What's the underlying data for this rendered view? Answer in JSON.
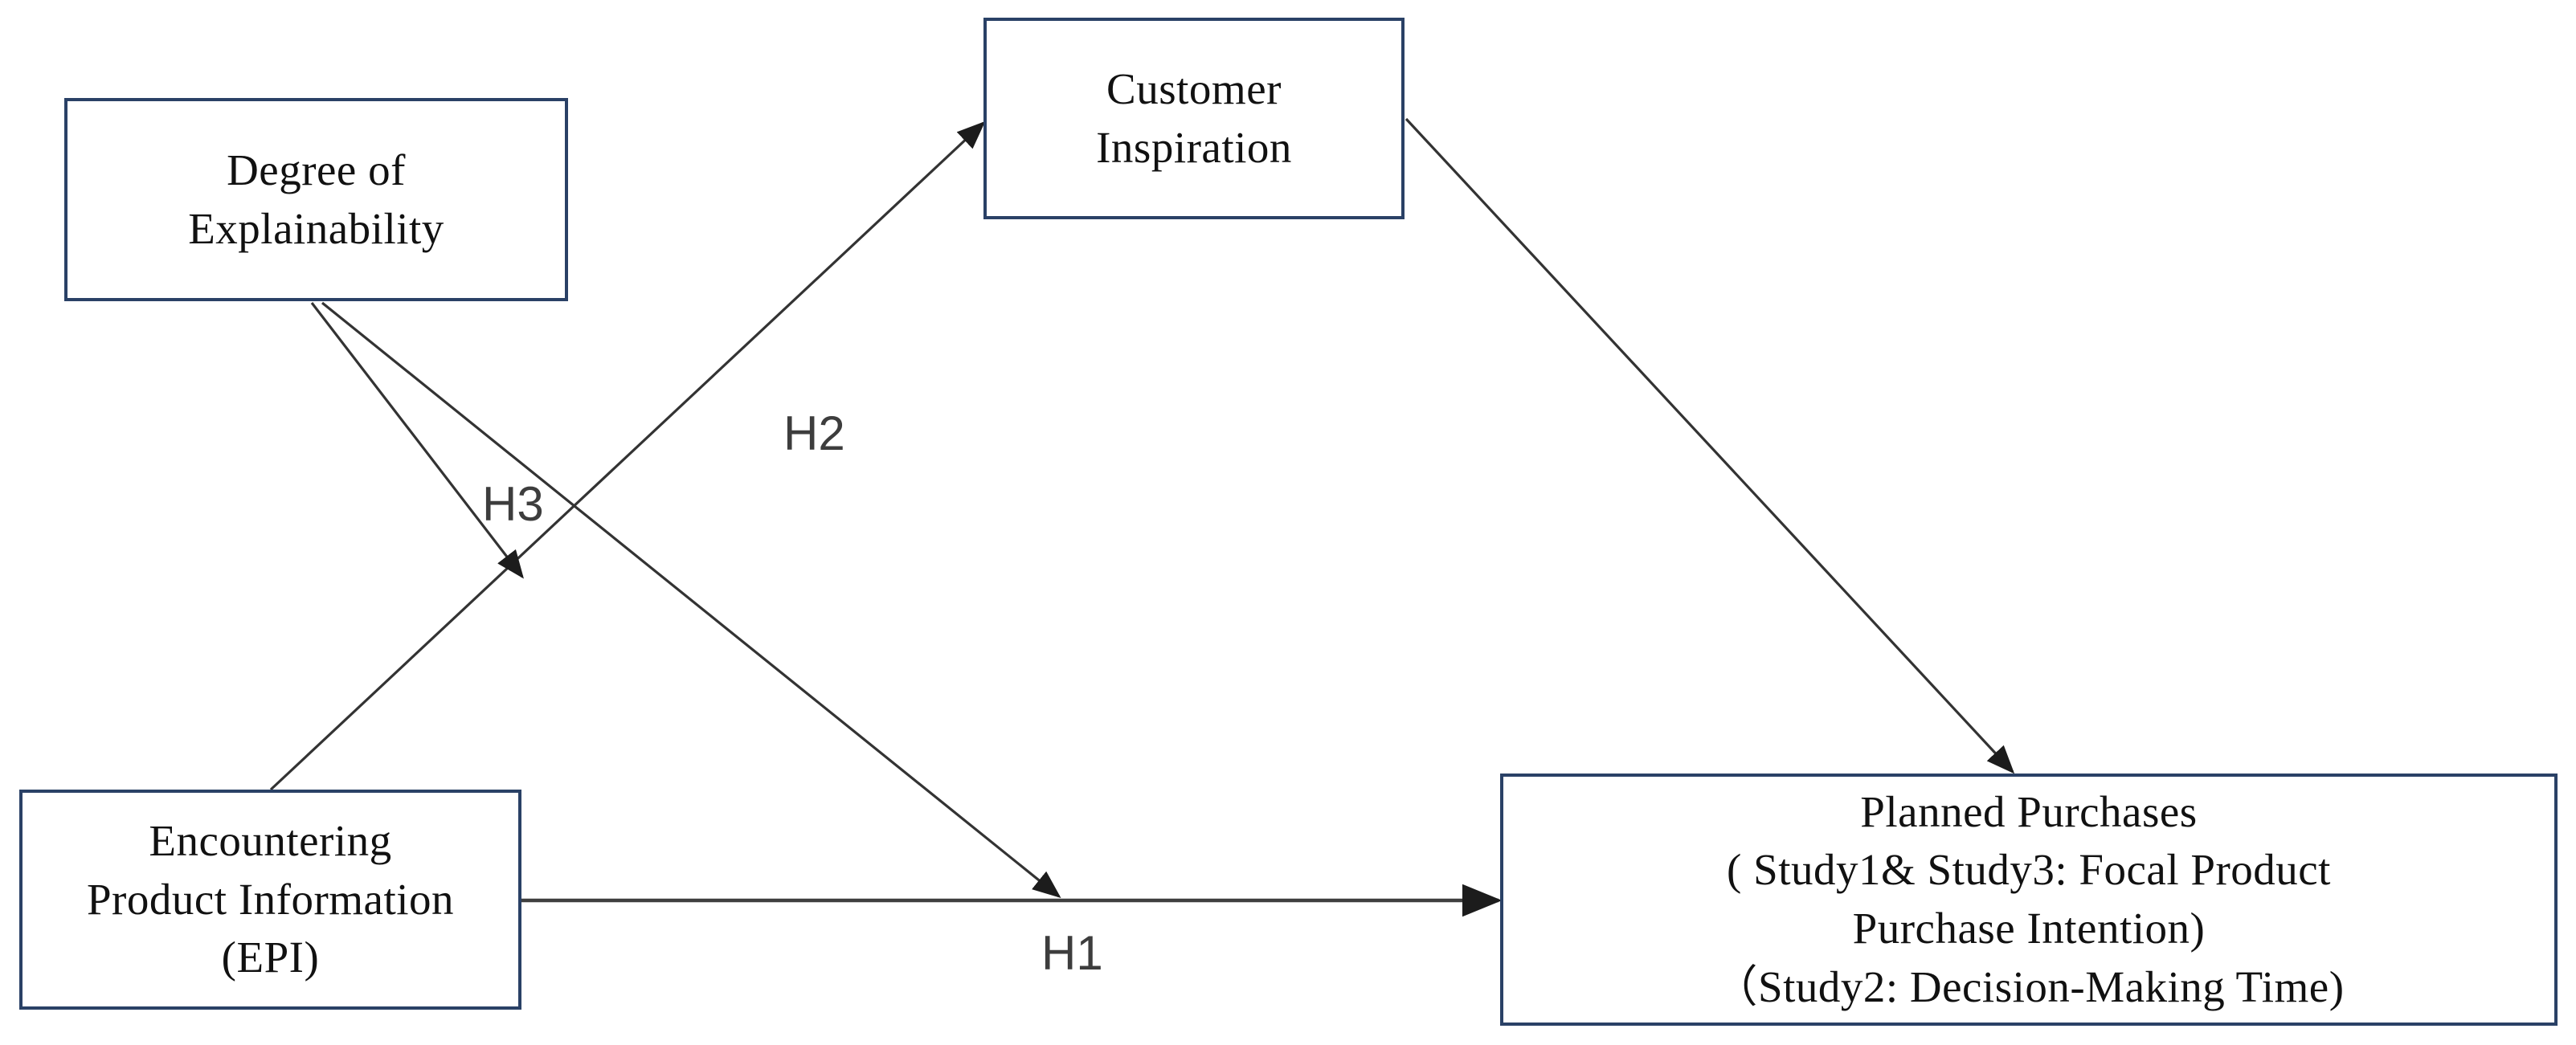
{
  "figure": {
    "type": "conceptual-model-path-diagram",
    "background_color": "#ffffff",
    "box_border_color": "#2a4166",
    "arrow_color": "#333333",
    "path_label_color": "#3d3d3d"
  },
  "boxes": {
    "degree": {
      "label": "Degree of\nExplainability"
    },
    "inspiration": {
      "label": "Customer\nInspiration"
    },
    "epi": {
      "label": "Encountering\nProduct Information\n(EPI)"
    },
    "planned": {
      "label": "Planned Purchases\n( Study1& Study3: Focal Product\nPurchase Intention)\n（Study2: Decision-Making Time)"
    }
  },
  "path_labels": {
    "h1": "H1",
    "h2": "H2",
    "h3": "H3"
  },
  "arrows": [
    {
      "name": "epi-to-inspiration",
      "from": "epi",
      "to": "inspiration",
      "label": "H2"
    },
    {
      "name": "inspiration-to-planned",
      "from": "inspiration",
      "to": "planned",
      "label": ""
    },
    {
      "name": "epi-to-planned",
      "from": "epi",
      "to": "planned",
      "label": "H1"
    },
    {
      "name": "degree-moderates-epi-inspiration",
      "from": "degree",
      "to": "path epi-inspiration",
      "label": "H3"
    },
    {
      "name": "degree-moderates-epi-planned",
      "from": "degree",
      "to": "path epi-planned",
      "label": ""
    }
  ]
}
